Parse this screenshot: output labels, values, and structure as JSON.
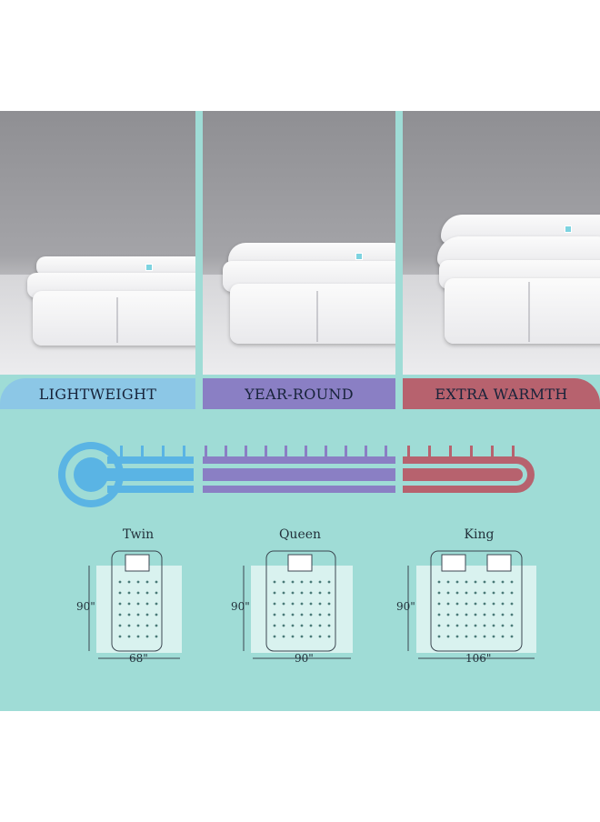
{
  "labels": {
    "lightweight": "LIGHTWEIGHT",
    "year_round": "YEAR-ROUND",
    "extra_warmth": "EXTRA WARMTH"
  },
  "colors": {
    "background_teal": "#9fdcd6",
    "lightweight_blue": "#8cc7e6",
    "thermometer_blue": "#5ab4e4",
    "year_round_purple": "#8a7fc4",
    "extra_warmth_red": "#b7626e",
    "label_text": "#17233a"
  },
  "sizes": [
    {
      "name": "Twin",
      "height": "90\"",
      "width": "68\""
    },
    {
      "name": "Queen",
      "height": "90\"",
      "width": "90\""
    },
    {
      "name": "King",
      "height": "90\"",
      "width": "106\""
    }
  ]
}
